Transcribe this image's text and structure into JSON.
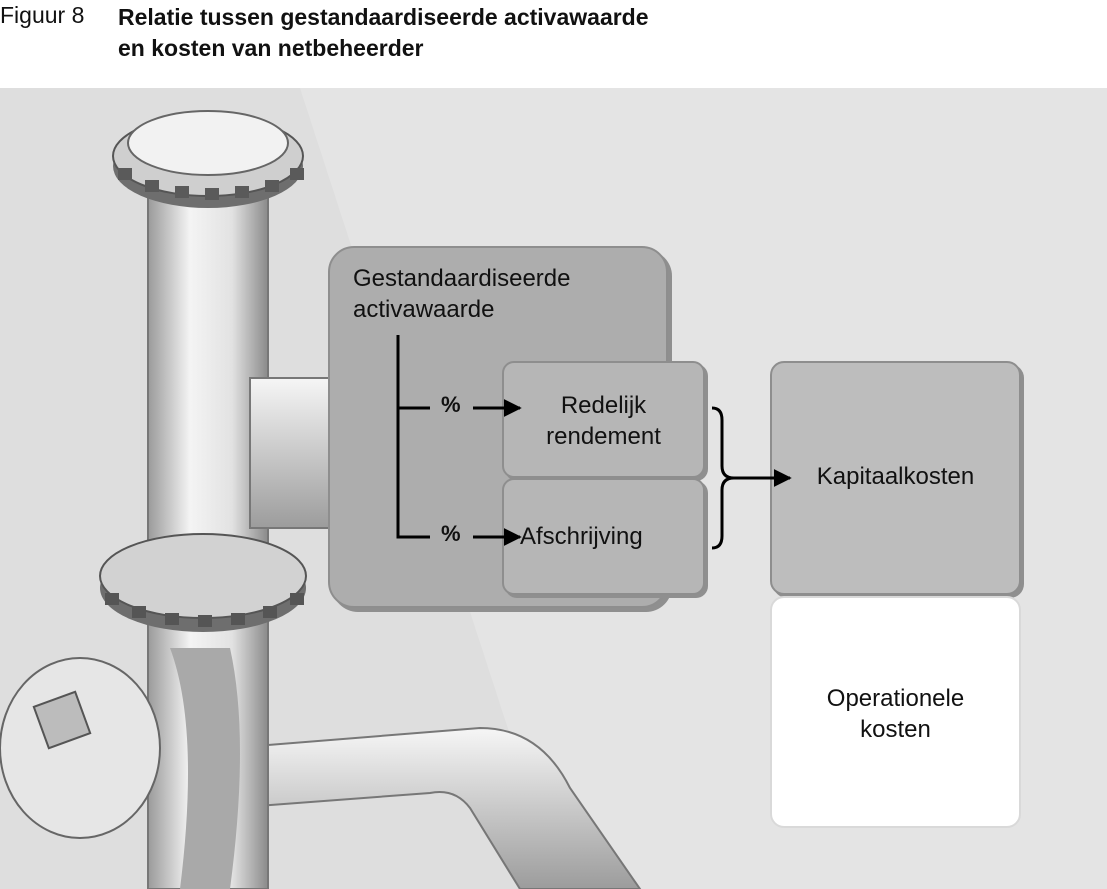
{
  "caption": {
    "label": "Figuur 8",
    "title_line1": "Relatie tussen gestandaardiseerde activawaarde",
    "title_line2": "en kosten van netbeheerder"
  },
  "diagram": {
    "gsa_line1": "Gestandaardiseerde",
    "gsa_line2": "activawaarde",
    "percent_1": "%",
    "percent_2": "%",
    "rr_line1": "Redelijk",
    "rr_line2": "rendement",
    "afschrijving": "Afschrijving",
    "kapitaalkosten": "Kapitaalkosten",
    "ok_line1": "Operationele",
    "ok_line2": "kosten"
  }
}
